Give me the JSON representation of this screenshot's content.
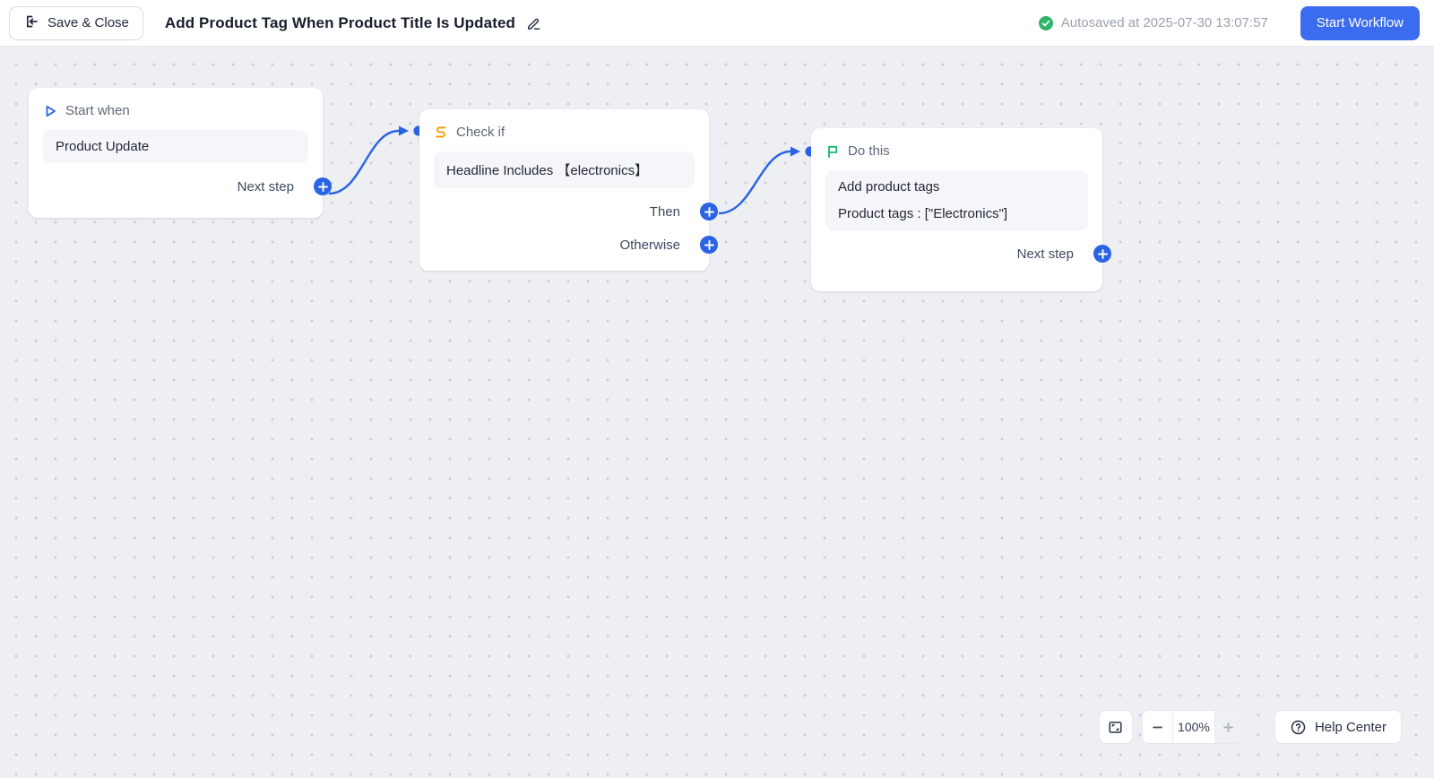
{
  "topbar": {
    "save_close": "Save & Close",
    "title": "Add Product Tag When Product Title Is Updated",
    "autosaved": "Autosaved at 2025-07-30 13:07:57",
    "start_workflow": "Start Workflow"
  },
  "nodes": {
    "trigger": {
      "header": "Start when",
      "value": "Product Update",
      "next_label": "Next step"
    },
    "condition": {
      "header": "Check if",
      "value": "Headline Includes 【electronics】",
      "then_label": "Then",
      "otherwise_label": "Otherwise"
    },
    "action": {
      "header": "Do this",
      "action_title": "Add product tags",
      "action_detail": "Product tags : [\"Electronics\"]",
      "next_label": "Next step"
    }
  },
  "controls": {
    "zoom_level": "100%",
    "help": "Help Center"
  },
  "colors": {
    "accent_blue": "#2a63e4",
    "start_button_blue": "#3b6cf0",
    "autosave_green": "#2cb567",
    "condition_orange": "#f59e0b",
    "flag_green": "#12b76a"
  }
}
